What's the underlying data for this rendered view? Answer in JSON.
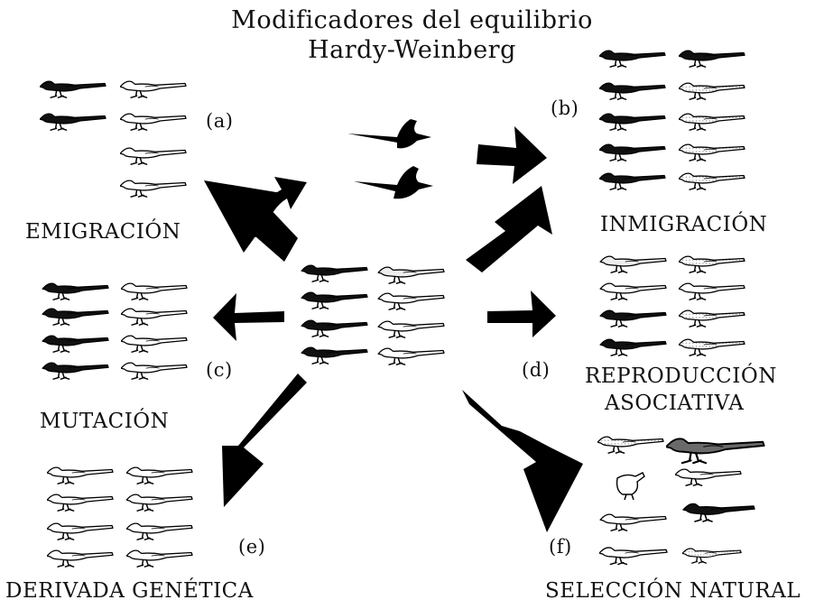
{
  "title": {
    "line1": "Modificadores del equilibrio",
    "line2": "Hardy-Weinberg"
  },
  "panels": {
    "a": {
      "tag": "(a)",
      "name": "EMIGRACIÓN"
    },
    "b": {
      "tag": "(b)",
      "name": "INMIGRACIÓN"
    },
    "c": {
      "tag": "(c)",
      "name": "MUTACIÓN"
    },
    "d": {
      "tag": "(d)",
      "name_line1": "REPRODUCCIÓN",
      "name_line2": "ASOCIATIVA"
    },
    "e": {
      "tag": "(e)",
      "name": "DERIVADA GENÉTICA"
    },
    "f": {
      "tag": "(f)",
      "name": "SELECCIÓN NATURAL"
    }
  },
  "colors": {
    "dark_bird": "#111111",
    "light_bird": "#ffffff",
    "dotted_bird": "#e6e6e6",
    "gray_bird": "#6a6a6a",
    "arrow": "#000000"
  }
}
